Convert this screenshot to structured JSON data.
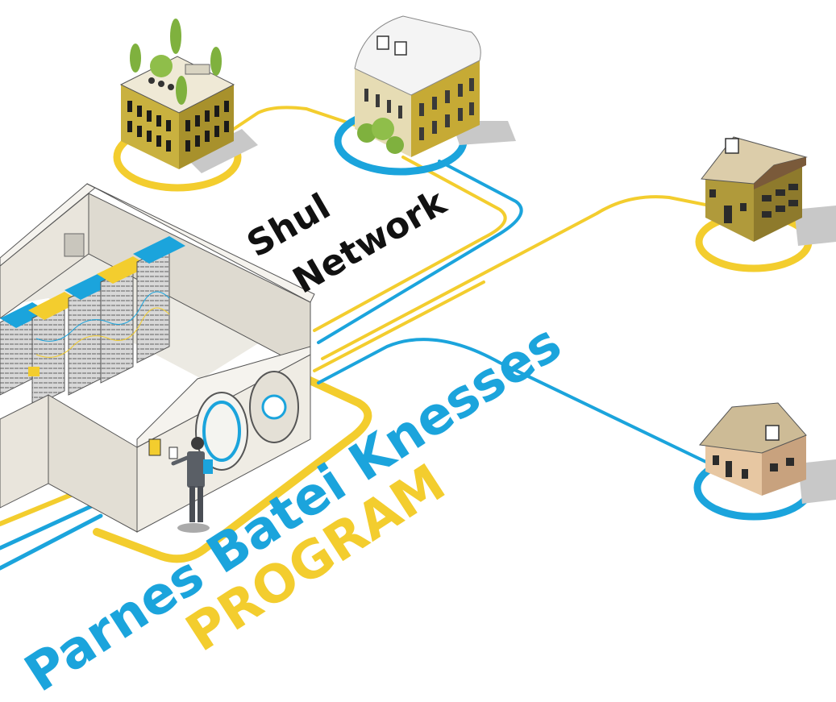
{
  "titles": {
    "shul_line1": "Shul",
    "shul_line2": "Network",
    "program_line1": "Parnes Batei Knesses",
    "program_line2": "PROGRAM"
  },
  "colors": {
    "yellow": "#f3cd2e",
    "blue": "#1ba4dc",
    "black": "#111111",
    "wall": "#e9e5dc",
    "floor": "#f1efe8",
    "shadow": "#bdbdbd"
  },
  "icons": {
    "server_room": "server-room-illustration",
    "office_building": "office-building-icon",
    "domed_building": "domed-building-icon",
    "house_1": "house-icon",
    "house_2": "house-icon",
    "technician": "person-icon"
  }
}
